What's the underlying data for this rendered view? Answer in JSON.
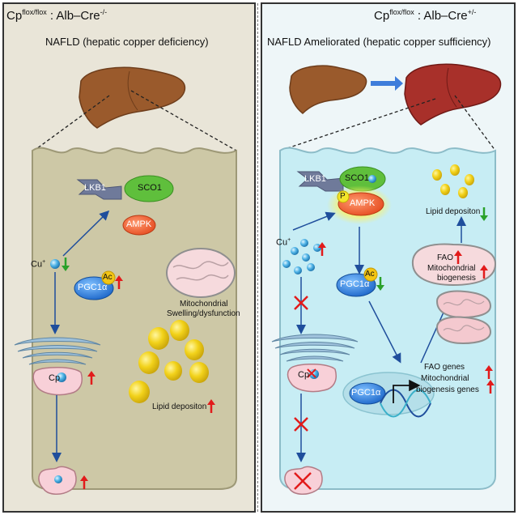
{
  "left": {
    "genotype_main": "Cp",
    "genotype_sup": "flox/flox",
    "genotype_rest": " : Alb–Cre",
    "genotype_sup2": "-/-",
    "title": "NAFLD (hepatic copper deficiency)",
    "lkb1": "LKB1",
    "sco1": "SCO1",
    "ampk": "AMPK",
    "cu": "Cu",
    "cu_sup": "+",
    "pgc1a": "PGC1α",
    "ac": "Ac",
    "mito_label_1": "Mitochondrial",
    "mito_label_2": "Swelling/dysfunction",
    "cp": "Cp",
    "lipid": "Lipid depositon"
  },
  "right": {
    "genotype_main": "Cp",
    "genotype_sup": "flox/flox",
    "genotype_rest": " : Alb–Cre",
    "genotype_sup2": "+/-",
    "title": "NAFLD  Ameliorated (hepatic copper sufficiency)",
    "lkb1": "LKB1",
    "sco1": "SCO1",
    "p": "P",
    "ampk": "AMPK",
    "cu": "Cu",
    "cu_sup": "+",
    "pgc1a": "PGC1α",
    "ac": "Ac",
    "lipid": "Lipid  depositon",
    "fao": "FAO",
    "mito_bio_1": "Mitochondrial",
    "mito_bio_2": "biogenesis",
    "cp": "Cp",
    "nucleus_pgc1a": "PGC1α",
    "genes_1": "FAO genes",
    "genes_2": "Mitochondrial",
    "genes_3": "biogenesis genes"
  },
  "colors": {
    "up_arrow": "#e21b1b",
    "down_arrow": "#2aa12a",
    "flow_arrow": "#1f4e9c",
    "inhibit_x": "#e21b1b",
    "liver_left": "#9a5a2c",
    "liver_right": "#a8302a",
    "cell_left": "#cdc8a6",
    "cell_right": "#c7edf4"
  }
}
